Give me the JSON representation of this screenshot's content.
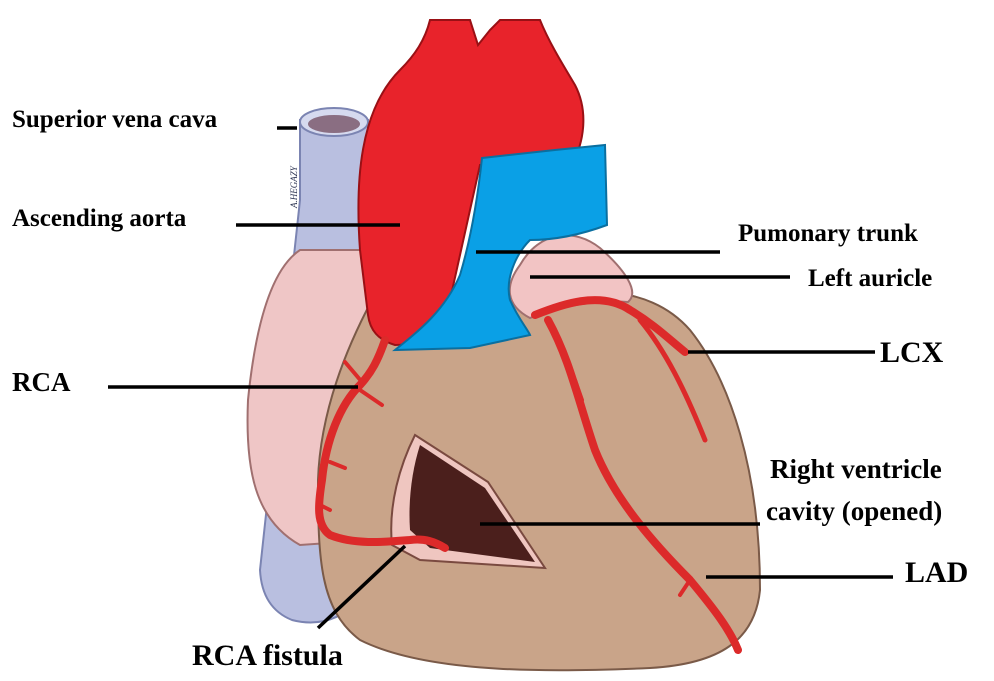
{
  "labels": {
    "superior_vena_cava": "Superior vena cava",
    "ascending_aorta": "Ascending aorta",
    "pulmonary_trunk": "Pumonary trunk",
    "left_auricle": "Left auricle",
    "lcx": "LCX",
    "rca": "RCA",
    "right_ventricle_line1": "Right ventricle",
    "right_ventricle_line2": "cavity (opened)",
    "lad": "LAD",
    "rca_fistula": "RCA fistula"
  },
  "signature": "A.HEGAZY",
  "colors": {
    "aorta": "#e8232b",
    "pulmonary_trunk": "#0aa0e6",
    "heart_body": "#c9a489",
    "right_atrium": "#efc6c6",
    "left_auricle": "#f2c4c4",
    "vena_cava": "#b9bfe0",
    "vena_cava_lumen": "#8a6e82",
    "coronary_artery": "#dc2a2a",
    "ventricle_cavity": "#4b1f1c",
    "cavity_rim": "#efc6c0"
  }
}
